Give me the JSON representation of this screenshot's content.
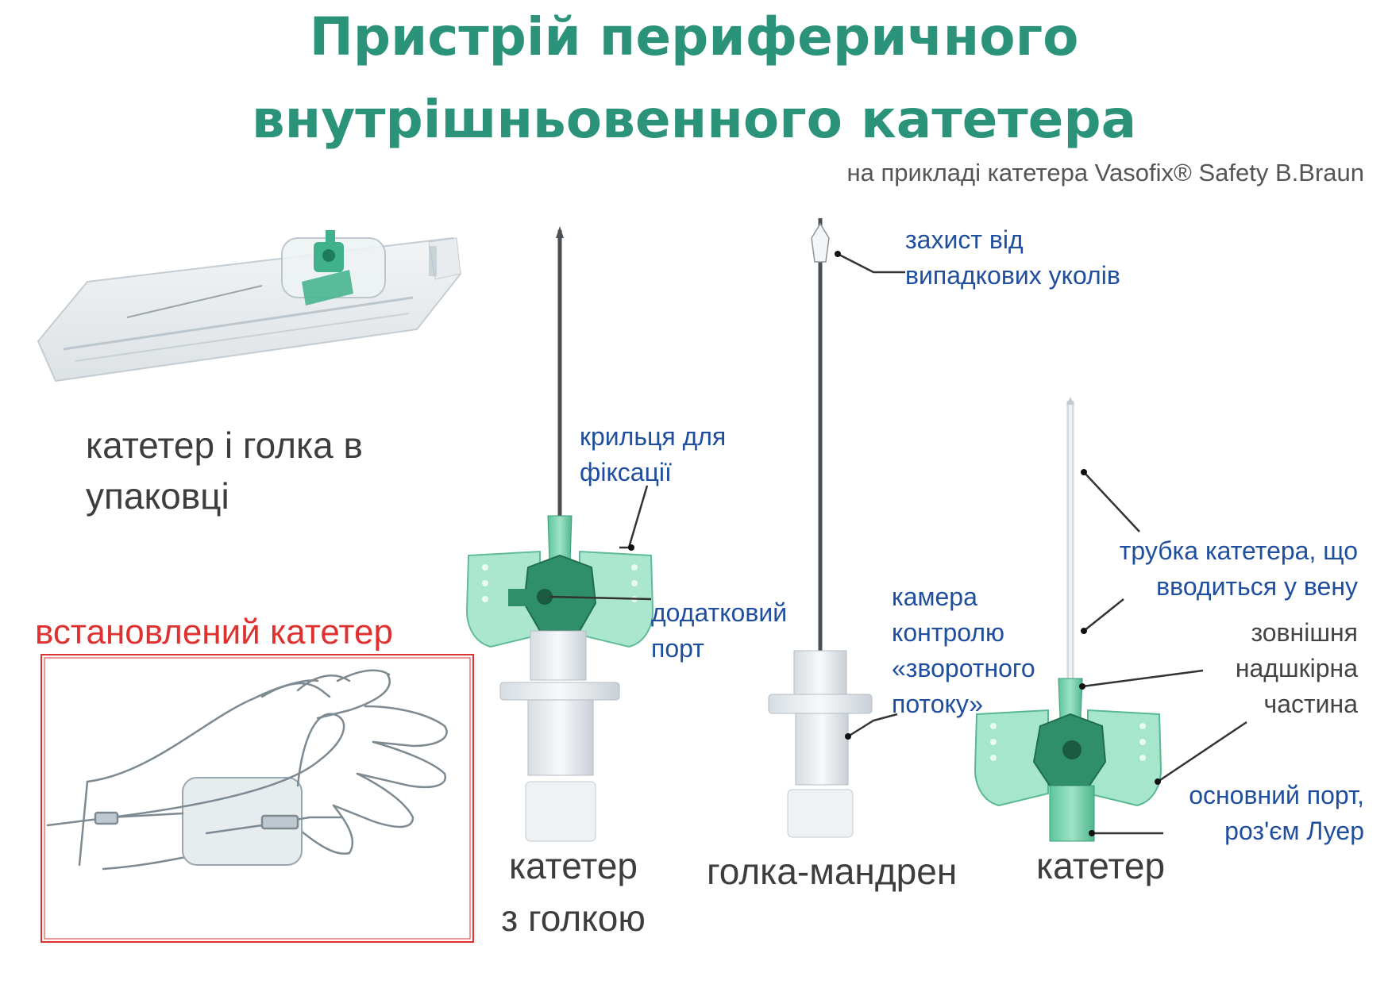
{
  "title": {
    "line1": "Пристрій периферичного",
    "line2": "внутрішньовенного катетера"
  },
  "subtitle": "на прикладі катетера Vasofix® Safety B.Braun",
  "labels": {
    "package": [
      "катетер і голка в",
      "упаковці"
    ],
    "installed": "встановлений катетер",
    "wings": [
      "крильця для",
      "фіксації"
    ],
    "extra_port": [
      "додатковий",
      "порт"
    ],
    "needle_guard": [
      "захист від",
      "випадкових уколів"
    ],
    "flashback": [
      "камера",
      "контролю",
      "«зворотного",
      "потоку»"
    ],
    "tube": [
      "трубка катетера, що",
      "вводиться у вену"
    ],
    "external": [
      "зовнішня",
      "надшкірна",
      "частина"
    ],
    "main_port": [
      "основний порт,",
      "роз'єм Луер"
    ],
    "cat_with_needle": [
      "катетер",
      "з голкою"
    ],
    "stylet": "голка-мандрен",
    "catheter": "катетер"
  },
  "colors": {
    "title": "#2a9379",
    "annotation": "#1f4e9e",
    "warning": "#e03131",
    "wing_green": "#9fe3c8",
    "hub_green": "#2f8f6a"
  }
}
